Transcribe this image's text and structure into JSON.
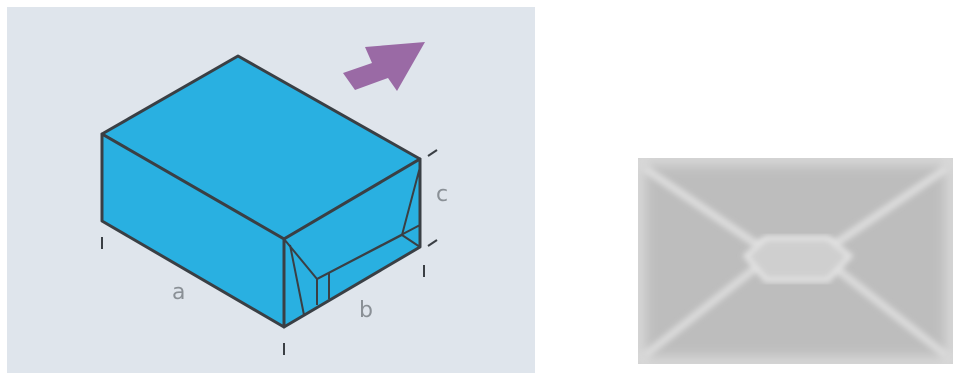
{
  "diagram": {
    "labels": {
      "a": "a",
      "b": "b",
      "c": "c"
    },
    "colors": {
      "background": "#dfe5ec",
      "box_fill": "#29b0e1",
      "outline": "#3a3f44",
      "arrow": "#9a6aa5",
      "label": "#8a9096",
      "envelope": "#b7b7b7"
    },
    "icons": {
      "direction_arrow": "arrow-up-right-icon",
      "envelope": "envelope-icon"
    }
  }
}
